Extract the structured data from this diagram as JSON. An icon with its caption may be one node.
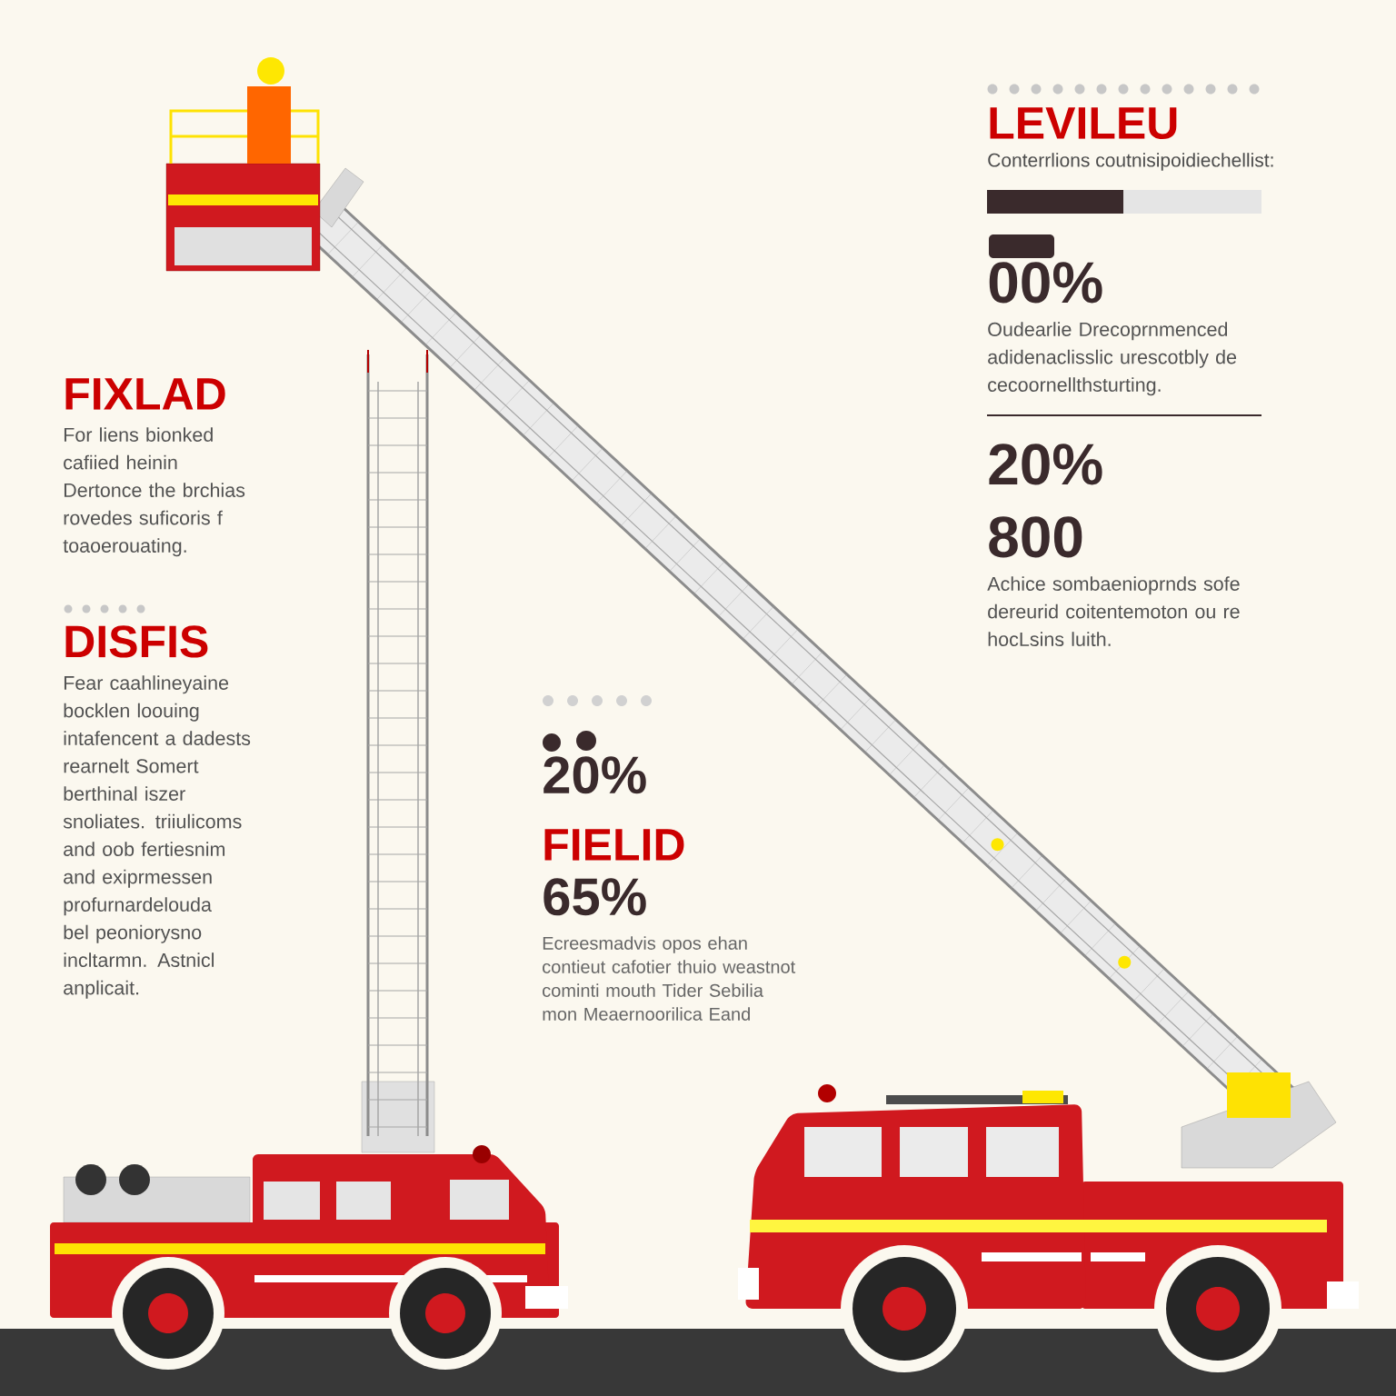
{
  "diagram": {
    "labels": [
      "LEVILEU",
      "Conterrlions coutnisipoidiechellist:",
      "00%",
      "Oudearlie Drecoprnmenced adidenaclisslic urescotbly de cecoornellthsturting.",
      "20%",
      "800",
      "Achice sombaenioprnds sofe dereurid coitentemoton ou re hocLsins luith.",
      "FIXLAD",
      "For liens bionked cafiied heinin Dertonce the brchias rovedes suficoris f toaoerouating.",
      "DISFIS",
      "Fear caahlineyaine bocklen loouing intafencent a dadests rearnelt Somert berthinal iszer snoliates. triiulicoms and oob fertiesnim and exiprmessen profurnardelouda bel peoniorysno incltarmn. Astnicl anplicait.",
      "20%",
      "FIELID",
      "65%",
      "Ecreesmadvis opos ehan contieut cafotier thuio weastnot cominti mouth Tider Sebilia mon Meaernoorilica Eand"
    ]
  }
}
